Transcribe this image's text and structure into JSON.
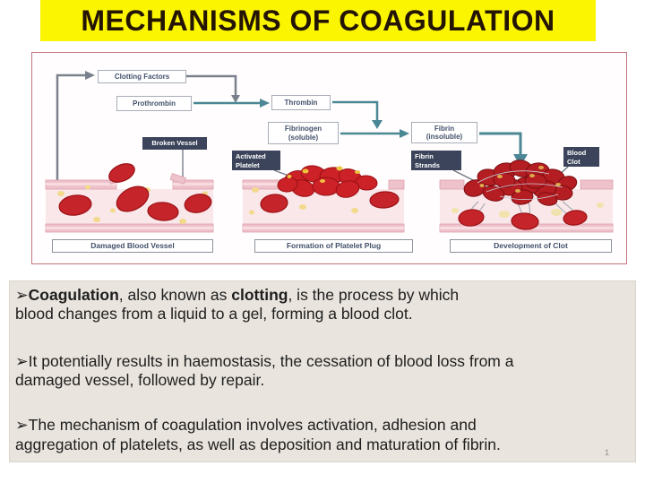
{
  "slide": {
    "title": "MECHANISMS OF COAGULATION",
    "page_number": "1"
  },
  "diagram": {
    "flow_boxes": [
      {
        "label": "Clotting Factors"
      },
      {
        "label": "Prothrombin"
      },
      {
        "label": "Thrombin"
      },
      {
        "label": "Fibrinogen (soluble)"
      },
      {
        "label": "Fibrin (insoluble)"
      }
    ],
    "callouts": [
      {
        "label": "Broken Vessel"
      },
      {
        "label": "Activated Platelet"
      },
      {
        "label": "Fibrin Strands"
      },
      {
        "label": "Blood Clot"
      }
    ],
    "captions": [
      {
        "label": "Damaged Blood Vessel"
      },
      {
        "label": "Formation of Platelet Plug"
      },
      {
        "label": "Development of Clot"
      }
    ]
  },
  "body": {
    "bullet_marker": "➢",
    "bullets": [
      {
        "segments": [
          {
            "t": "Coagulation"
          },
          {
            "t": ", also known as "
          },
          {
            "t": "clotting"
          },
          {
            "t": ", is the process by which"
          }
        ],
        "line2": "blood changes from a liquid to a gel, forming a blood clot."
      },
      {
        "line1": "It potentially results in haemostasis, the cessation of blood loss from a",
        "line2": "damaged vessel, followed by repair."
      },
      {
        "line1": "The mechanism of coagulation involves activation, adhesion and",
        "line2": "aggregation of platelets, as well as deposition and maturation of fibrin."
      }
    ]
  },
  "colors": {
    "title_background": "#fbf501",
    "title_text": "#241404",
    "diagram_border": "#c4737e",
    "flow_box_text": "#42506a",
    "callout_background": "#3b445a",
    "arrow_teal": "#4b8794",
    "arrow_gray": "#7b818c",
    "vessel_wall": "#eec2ca",
    "vessel_lumen": "#fae7ea",
    "red_blood_cell": "#c5242a",
    "clot_cell": "#b41d22",
    "platelet_yellow": "#f2d98c",
    "text_panel_background": "#e9e4dd"
  }
}
